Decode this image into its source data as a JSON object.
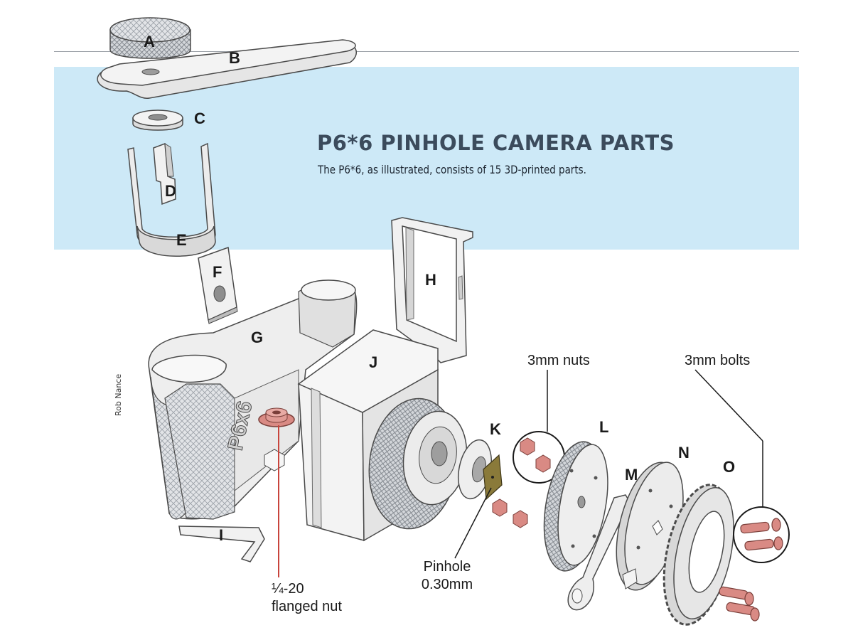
{
  "title": "P6*6 PINHOLE CAMERA PARTS",
  "subtitle": "The P6*6, as illustrated, consists of 15 3D-printed parts.",
  "credit": "Rob Nance",
  "parts": {
    "A": "A",
    "B": "B",
    "C": "C",
    "D": "D",
    "E": "E",
    "F": "F",
    "G": "G",
    "H": "H",
    "I": "I",
    "J": "J",
    "K": "K",
    "L": "L",
    "M": "M",
    "N": "N",
    "O": "O"
  },
  "body_embossing": "P6x6",
  "callouts": {
    "nuts": "3mm nuts",
    "bolts": "3mm bolts",
    "pinhole_line1": "Pinhole",
    "pinhole_line2": "0.30mm",
    "flanged_line1": "¼-20",
    "flanged_line2": "flanged nut"
  },
  "colors": {
    "banner": "#cde9f7",
    "title": "#3b4b5c",
    "part_fill": "#f1f1f1",
    "part_stroke": "#4a4a4a",
    "hardware": "#d98a84",
    "pinhole_foil": "#8a7a3a"
  }
}
